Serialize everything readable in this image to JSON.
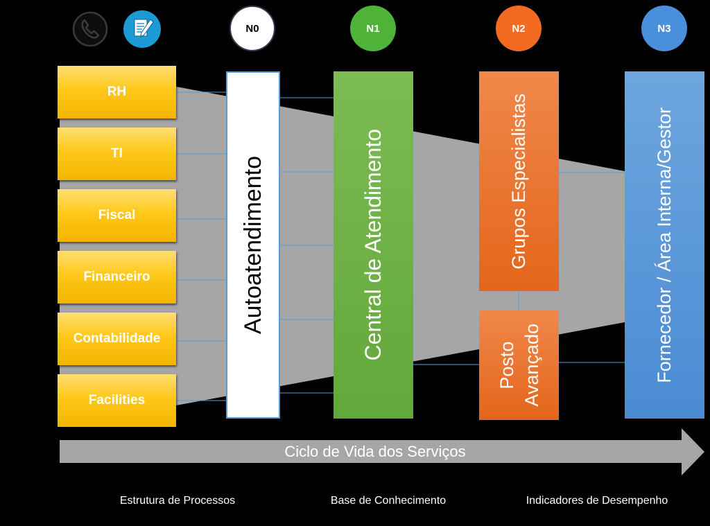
{
  "icons": {
    "phone": "phone-icon",
    "document": "document-edit-icon"
  },
  "tiers": [
    {
      "code": "N0"
    },
    {
      "code": "N1"
    },
    {
      "code": "N2"
    },
    {
      "code": "N3"
    }
  ],
  "processes": [
    "RH",
    "TI",
    "Fiscal",
    "Financeiro",
    "Contabilidade",
    "Facilities"
  ],
  "columns": {
    "n0": "Autoatendimento",
    "n1": "Central de Atendimento",
    "n2a": "Grupos Especialistas",
    "n2b_line1": "Posto",
    "n2b_line2": "Avançado",
    "n3": "Fornecedor / Área Interna/Gestor"
  },
  "arrow_label": "Ciclo de Vida dos Serviços",
  "footer": [
    "Estrutura de Processos",
    "Base de Conhecimento",
    "Indicadores de Desempenho"
  ],
  "colors": {
    "n0": "#ffffff",
    "n1": "#70ad47",
    "n2": "#ed7d31",
    "n3": "#5b9bd5",
    "process": "#ffc000",
    "funnel": "#a6a6a6",
    "connector": "#5b9bd5"
  }
}
